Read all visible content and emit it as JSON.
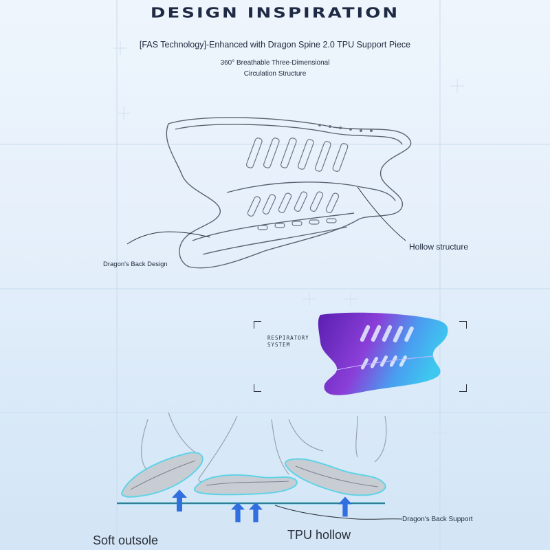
{
  "header": {
    "title": "DESIGN INSPIRATION",
    "subtitle": "[FAS Technology]-Enhanced with Dragon Spine 2.0 TPU Support Piece",
    "description": "360° Breathable Three-Dimensional Circulation Structure"
  },
  "callouts": {
    "dragon_back_design": "Dragon's Back Design",
    "hollow_structure": "Hollow structure",
    "respiratory_system": "RESPIRATORY SYSTEM",
    "soft_outsole": "Soft outsole",
    "tpu_hollow": "TPU hollow",
    "dragon_back_support": "Dragon's Back Support"
  },
  "colors": {
    "text_dark": "#1e2a3c",
    "arrow_blue": "#2f6fe0",
    "glow_cyan": "#4fd0e8",
    "gradient_purple": "#6a2fc8",
    "gradient_cyan": "#3ec7ef"
  },
  "icons": [
    "up-arrow-icon"
  ]
}
